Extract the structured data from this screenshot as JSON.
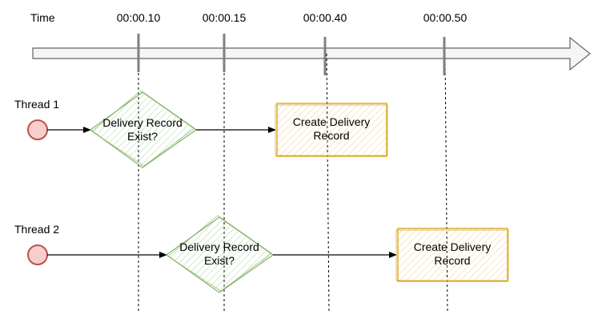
{
  "timeline": {
    "label": "Time",
    "marks": [
      "00:00.10",
      "00:00.15",
      "00:00.40",
      "00:00.50"
    ]
  },
  "threads": [
    {
      "label": "Thread 1",
      "decision": [
        "Delivery Record",
        "Exist?"
      ],
      "action": [
        "Create Delivery",
        "Record"
      ]
    },
    {
      "label": "Thread 2",
      "decision": [
        "Delivery Record",
        "Exist?"
      ],
      "action": [
        "Create Delivery",
        "Record"
      ]
    }
  ],
  "colors": {
    "start_fill": "#f8cecc",
    "start_stroke": "#b85450",
    "decision_stroke": "#82b366",
    "decision_hatch": "#d5e8d4",
    "action_stroke": "#d79b00",
    "action_hatch": "#ffe6cc",
    "arrow_fill": "#f5f5f5",
    "arrow_stroke": "#666666",
    "tick": "#808080"
  }
}
